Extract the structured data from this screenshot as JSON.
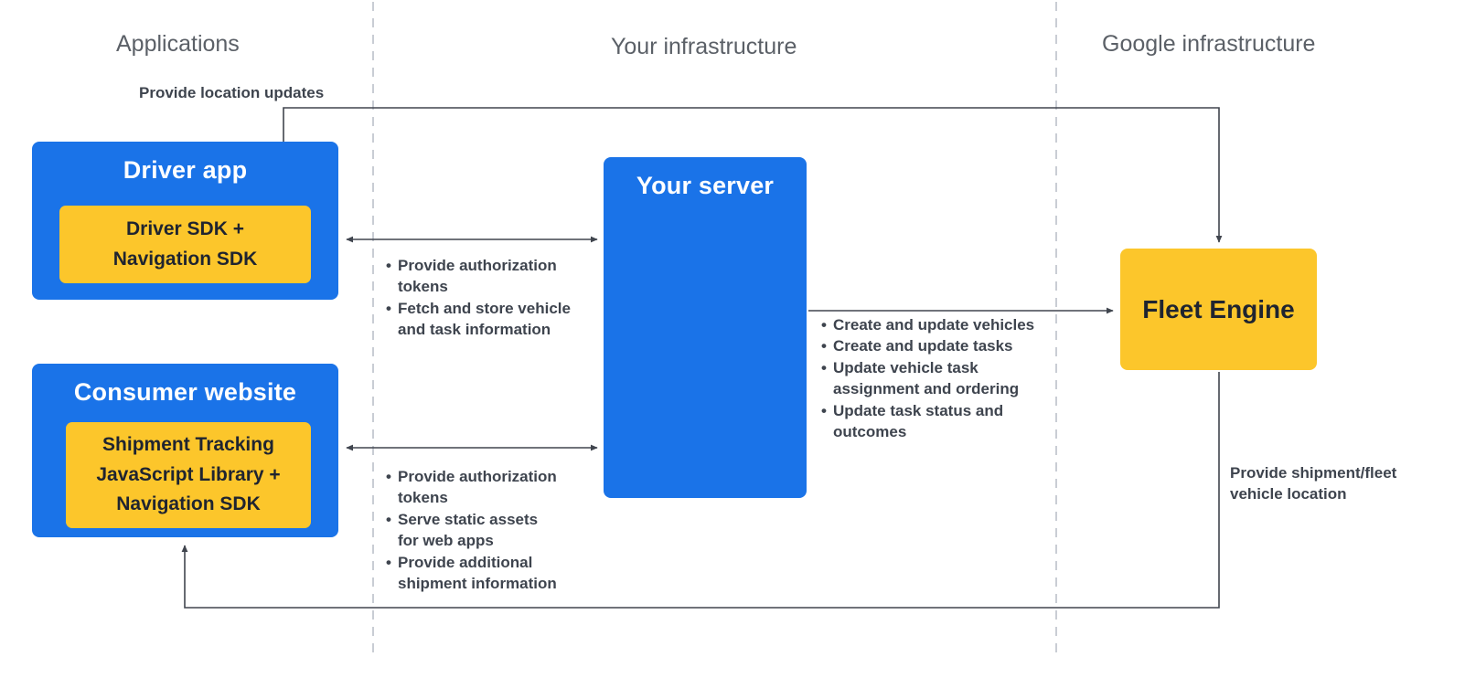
{
  "columns": [
    {
      "label": "Applications"
    },
    {
      "label": "Your infrastructure"
    },
    {
      "label": "Google infrastructure"
    }
  ],
  "nodes": {
    "driver_app": {
      "title": "Driver app",
      "chip": "Driver SDK +\nNavigation SDK"
    },
    "consumer_website": {
      "title": "Consumer website",
      "chip": "Shipment Tracking\nJavaScript Library  +\nNavigation SDK"
    },
    "your_server": {
      "title": "Your server"
    },
    "fleet_engine": {
      "title": "Fleet Engine"
    }
  },
  "edges": {
    "location_updates": {
      "label": "Provide location updates"
    },
    "driver_to_server": {
      "bullets": [
        "Provide authorization tokens",
        "Fetch and store vehicle and task information"
      ]
    },
    "consumer_to_server": {
      "bullets": [
        "Provide authorization tokens",
        "Serve static assets for web apps",
        "Provide additional shipment information"
      ]
    },
    "server_to_fleet": {
      "bullets": [
        "Create and update vehicles",
        "Create and update tasks",
        "Update vehicle task assignment and ordering",
        "Update task status and outcomes"
      ]
    },
    "fleet_to_consumer": {
      "label": "Provide shipment/fleet\nvehicle location"
    }
  },
  "colors": {
    "node_blue": "#1a73e8",
    "node_yellow": "#fcc62b",
    "wire": "#40454e",
    "divider": "#c9cdd4",
    "label_text": "#3e444e",
    "column_title": "#5b6067"
  }
}
